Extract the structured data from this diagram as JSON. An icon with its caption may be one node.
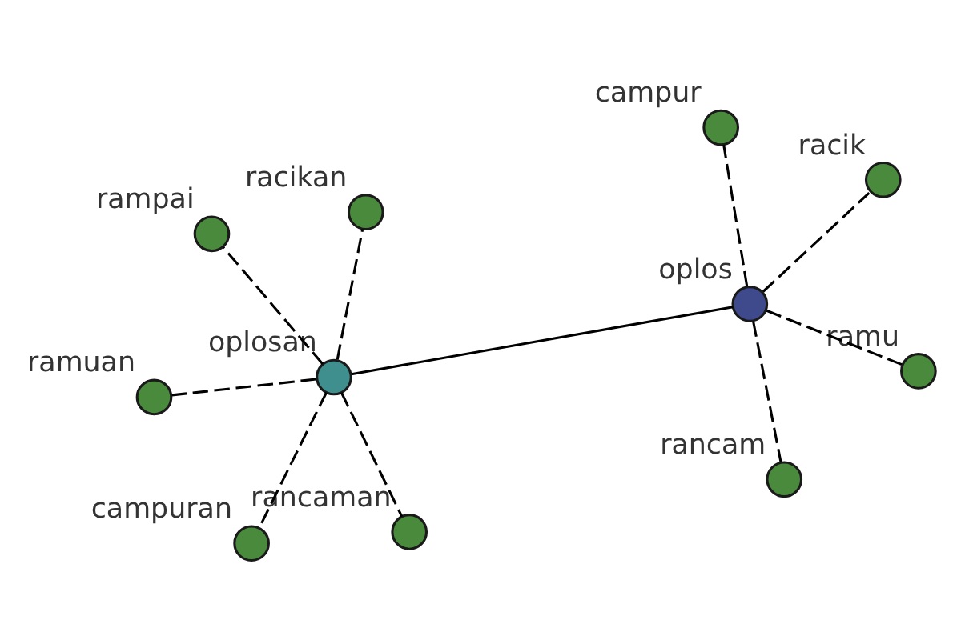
{
  "diagram": {
    "nodes": [
      {
        "text": [
          "oplos"
        ]
      },
      {
        "text": [
          "oplosan"
        ]
      },
      {
        "text": [
          "campur"
        ]
      },
      {
        "text": [
          "racik"
        ]
      },
      {
        "text": [
          "rancam"
        ]
      },
      {
        "text": [
          "ramu"
        ]
      },
      {
        "text": [
          "rampai"
        ]
      },
      {
        "text": [
          "rancaman"
        ]
      },
      {
        "text": [
          "racikan"
        ]
      },
      {
        "text": [
          "campuran"
        ]
      },
      {
        "text": [
          "ramuan"
        ]
      }
    ],
    "edges": [
      {
        "from": 0,
        "to": 1,
        "arrow": "none"
      },
      {
        "from": 0,
        "to": 2,
        "arrow": "none",
        "style": "dashed"
      },
      {
        "from": 0,
        "to": 3,
        "arrow": "none",
        "style": "dashed"
      },
      {
        "from": 0,
        "to": 4,
        "arrow": "none",
        "style": "dashed"
      },
      {
        "from": 0,
        "to": 5,
        "arrow": "none",
        "style": "dashed"
      },
      {
        "from": 1,
        "to": 6,
        "arrow": "none",
        "style": "dashed"
      },
      {
        "from": 1,
        "to": 7,
        "arrow": "none",
        "style": "dashed"
      },
      {
        "from": 1,
        "to": 8,
        "arrow": "none",
        "style": "dashed"
      },
      {
        "from": 1,
        "to": 9,
        "arrow": "none",
        "style": "dashed"
      },
      {
        "from": 1,
        "to": 10,
        "arrow": "none",
        "style": "dashed"
      }
    ]
  }
}
